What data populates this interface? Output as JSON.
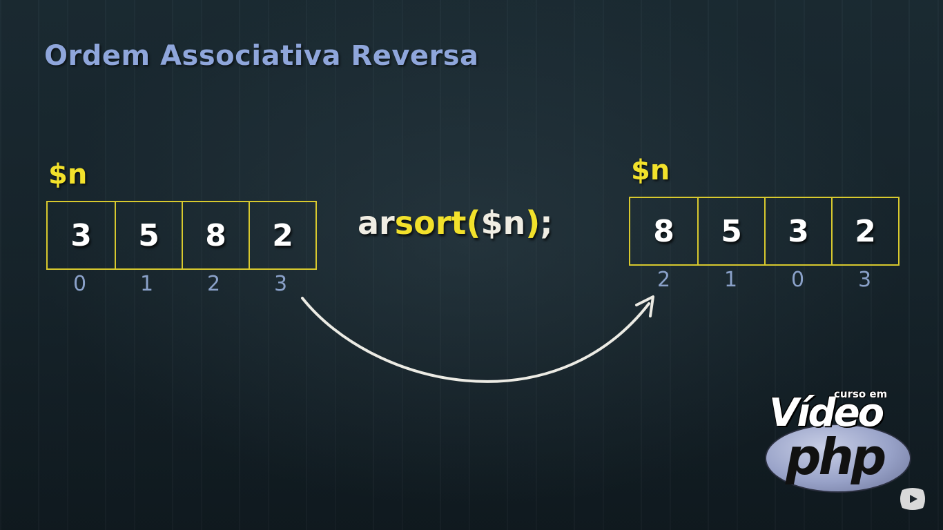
{
  "title": "Ordem Associativa Reversa",
  "left_array": {
    "label": "$n",
    "values": [
      "3",
      "5",
      "8",
      "2"
    ],
    "indices": [
      "0",
      "1",
      "2",
      "3"
    ]
  },
  "code": {
    "prefix": "ar",
    "func": "sort",
    "open": "(",
    "arg": "$n",
    "close": ")",
    "end": ";"
  },
  "right_array": {
    "label": "$n",
    "values": [
      "8",
      "5",
      "3",
      "2"
    ],
    "indices": [
      "2",
      "1",
      "0",
      "3"
    ]
  },
  "logo": {
    "curso": "curso em",
    "video": "Vídeo",
    "php": "php"
  },
  "colors": {
    "title": "#8fa6db",
    "accent": "#f2e12b",
    "box": "#d8c92e",
    "index": "#8aa1c9"
  },
  "icons": {
    "arrow": "curved-arrow-icon",
    "player": "youtube-logo-icon"
  }
}
